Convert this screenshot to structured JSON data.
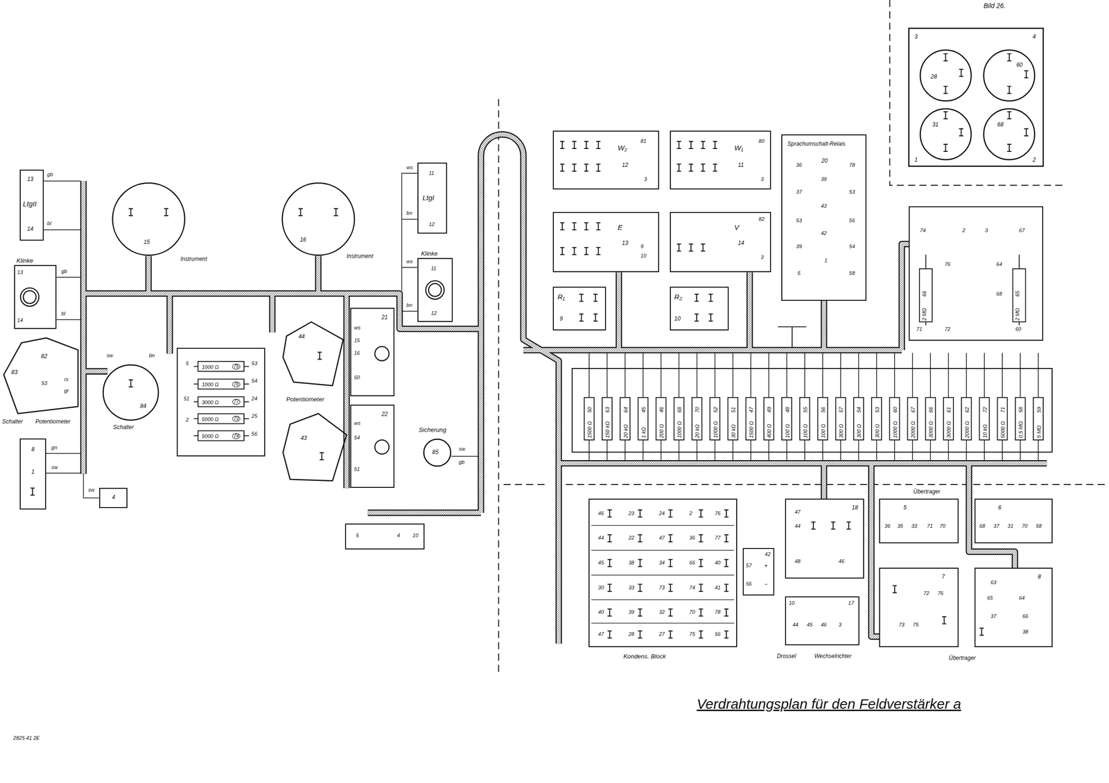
{
  "diagram": {
    "title": "Verdrahtungsplan für den Feldverstärker a",
    "nodes": [
      {
        "text": [
          "13",
          "LtgII",
          "14"
        ]
      },
      {
        "text": [
          "Klinke",
          "13",
          "14"
        ]
      },
      {
        "text": [
          "82",
          "83",
          "Schalter",
          "Potentiometer"
        ]
      },
      {
        "text": [
          "8",
          "1"
        ]
      },
      {
        "text": [
          "4"
        ]
      },
      {
        "text": [
          "15",
          "Instrument"
        ]
      },
      {
        "text": [
          "16",
          "Instrument"
        ]
      },
      {
        "text": [
          "11",
          "LtgI",
          "12"
        ]
      },
      {
        "text": [
          "Klinke",
          "11",
          "12"
        ]
      },
      {
        "text": [
          "84",
          "Schalter"
        ]
      },
      {
        "text": [
          "1000 Ω",
          "75",
          "1000 Ω",
          "76",
          "3000 Ω",
          "77",
          "5000 Ω",
          "73",
          "5000 Ω",
          "74"
        ]
      },
      {
        "text": [
          "44"
        ]
      },
      {
        "text": [
          "43"
        ]
      },
      {
        "text": [
          "21"
        ]
      },
      {
        "text": [
          "22"
        ]
      },
      {
        "text": [
          "85",
          "Sicherung"
        ]
      },
      {
        "text": [
          "5",
          "4",
          "10"
        ]
      },
      {
        "text": [
          "W₂",
          "12"
        ]
      },
      {
        "text": [
          "W₁",
          "11"
        ]
      },
      {
        "text": [
          "Sprachumschalt-Relais",
          "20"
        ]
      },
      {
        "text": [
          "E",
          "13"
        ]
      },
      {
        "text": [
          "V",
          "14"
        ]
      },
      {
        "text": [
          "R₁",
          "9"
        ]
      },
      {
        "text": [
          "R₂",
          "10"
        ]
      },
      {
        "text": [
          "3",
          "28"
        ]
      },
      {
        "text": [
          "4",
          "60"
        ]
      },
      {
        "text": [
          "1",
          "31"
        ]
      },
      {
        "text": [
          "2",
          "68"
        ]
      },
      {
        "text": [
          "66",
          "2 MΩ",
          "65",
          "2 MΩ"
        ]
      },
      {
        "text": [
          "50",
          "1500 Ω",
          "63",
          "150 kΩ",
          "64",
          "20 kΩ",
          "45",
          "1 kΩ",
          "46",
          "200 Ω",
          "68",
          "1000 Ω",
          "70",
          "20 kΩ",
          "52",
          "1000 Ω",
          "51",
          "30 kΩ",
          "47",
          "1500 Ω",
          "49",
          "400 Ω",
          "48",
          "100 Ω",
          "55",
          "100 Ω",
          "56",
          "100 Ω",
          "57",
          "300 Ω",
          "54",
          "300 Ω",
          "53",
          "300 Ω",
          "60",
          "1000 Ω",
          "67",
          "2000 Ω",
          "66",
          "3000 Ω",
          "61",
          "3000 Ω",
          "62",
          "2000 Ω",
          "72",
          "10 kΩ",
          "71",
          "5000 Ω",
          "58",
          "0,5 MΩ",
          "59",
          "5 MΩ"
        ]
      },
      {
        "text": [
          "Kondens. Block"
        ]
      },
      {
        "text": [
          "42"
        ]
      },
      {
        "text": [
          "18"
        ]
      },
      {
        "text": [
          "10",
          "17",
          "Drossel",
          "Wechselrichter"
        ]
      },
      {
        "text": [
          "Übertrager",
          "5"
        ]
      },
      {
        "text": [
          "6"
        ]
      },
      {
        "text": [
          "7"
        ]
      },
      {
        "text": [
          "8",
          "Übertrager"
        ]
      }
    ],
    "labels": [
      "Bild 26.",
      "2825 41 2E",
      "gb",
      "bl",
      "gb",
      "bl",
      "rs",
      "gr",
      "gn",
      "sw",
      "sw",
      "ws",
      "bn",
      "ws",
      "bn",
      "sw",
      "gb",
      "5",
      "51",
      "2",
      "53",
      "54",
      "24",
      "25",
      "56",
      "Potentiometer",
      "81",
      "3",
      "80",
      "3",
      "9",
      "10",
      "82",
      "3",
      "36",
      "37",
      "53",
      "39",
      "5",
      "39",
      "43",
      "42",
      "1",
      "78",
      "53",
      "56",
      "54",
      "58",
      "74",
      "2",
      "3",
      "67",
      "76",
      "64",
      "68",
      "72",
      "71",
      "60",
      "46",
      "23",
      "24",
      "2",
      "76",
      "44",
      "22",
      "47",
      "36",
      "77",
      "45",
      "38",
      "34",
      "66",
      "40",
      "30",
      "33",
      "73",
      "74",
      "41",
      "40",
      "39",
      "32",
      "70",
      "78",
      "47",
      "28",
      "27",
      "75",
      "56",
      "57",
      "+",
      "56",
      "−",
      "47",
      "44",
      "48",
      "46",
      "36",
      "35",
      "33",
      "71",
      "70",
      "68",
      "37",
      "31",
      "70",
      "58",
      "72",
      "76",
      "73",
      "75",
      "63",
      "65",
      "64",
      "37",
      "66",
      "38",
      "44",
      "45",
      "46",
      "3",
      "ws",
      "15",
      "16",
      "50",
      "ws",
      "54",
      "51",
      "53",
      "sw",
      "bn"
    ]
  }
}
